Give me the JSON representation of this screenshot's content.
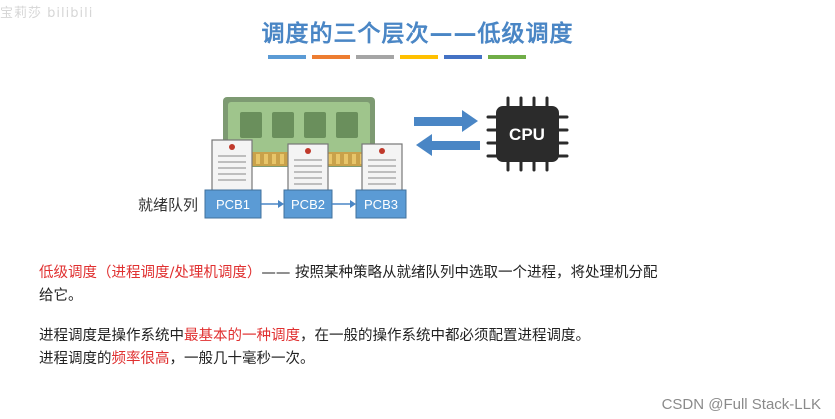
{
  "watermark": "宝莉莎 bilibili",
  "title": "调度的三个层次——低级调度",
  "color_bars": [
    "#5b9bd5",
    "#ed7d31",
    "#a5a5a5",
    "#ffc000",
    "#4472c4",
    "#70ad47"
  ],
  "diagram": {
    "cpu_label": "CPU",
    "queue_label": "就绪队列",
    "pcbs": [
      "PCB1",
      "PCB2",
      "PCB3"
    ]
  },
  "paragraph1": {
    "term": "低级调度（进程调度/处理机调度）",
    "rest_line1": "—— 按照某种策略从就绪队列中选取一个进程，将处理机分配",
    "rest_line2": "给它。"
  },
  "paragraph2": {
    "line1_a": "进程调度是操作系统中",
    "line1_red": "最基本的一种调度",
    "line1_b": "，在一般的操作系统中都必须配置进程调度。",
    "line2_a": "进程调度的",
    "line2_red": "频率很高",
    "line2_b": "，一般几十毫秒一次。"
  },
  "footer": "CSDN @Full Stack-LLK"
}
